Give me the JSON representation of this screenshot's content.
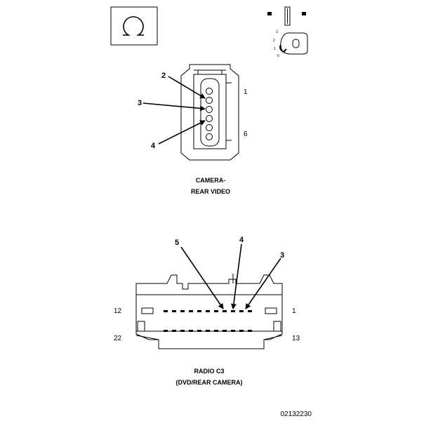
{
  "camera_connector": {
    "caption_line1": "CAMERA-",
    "caption_line2": "REAR VIDEO",
    "position_start": "1",
    "position_end": "6",
    "callouts": [
      "2",
      "3",
      "4"
    ]
  },
  "radio_connector": {
    "caption_line1": "RADIO C3",
    "caption_line2": "(DVD/REAR CAMERA)",
    "row1_left": "12",
    "row1_right": "1",
    "row2_left": "22",
    "row2_right": "13",
    "callouts": [
      "5",
      "4",
      "3"
    ]
  },
  "key_icon": {
    "labels": [
      "3",
      "2",
      "1",
      "6"
    ]
  },
  "illustration_id": "02132230"
}
